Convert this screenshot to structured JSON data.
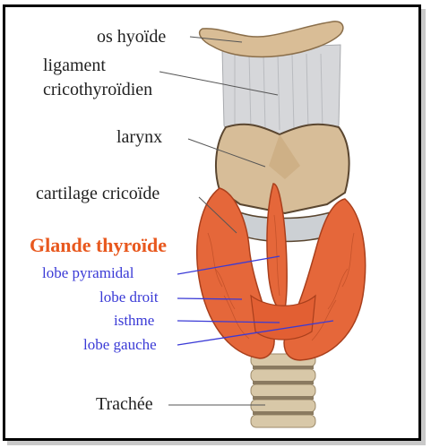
{
  "colors": {
    "label_dark": "#222222",
    "label_blue": "#3a3ad6",
    "title_orange": "#e8581e",
    "thyroid": "#e5673a",
    "cartilage": "#d9bd96",
    "membrane": "#cfd0d3",
    "trachea": "#d8c8a8"
  },
  "labels": {
    "os_hyoide": "os hyoïde",
    "ligament_line1": "ligament",
    "ligament_line2": "cricothyroïdien",
    "larynx": "larynx",
    "cartilage_cricoide": "cartilage cricoïde",
    "glande_thyroide": "Glande thyroïde",
    "lobe_pyramidal": "lobe pyramidal",
    "lobe_droit": "lobe droit",
    "isthme": "isthme",
    "lobe_gauche": "lobe gauche",
    "trachee": "Trachée"
  }
}
